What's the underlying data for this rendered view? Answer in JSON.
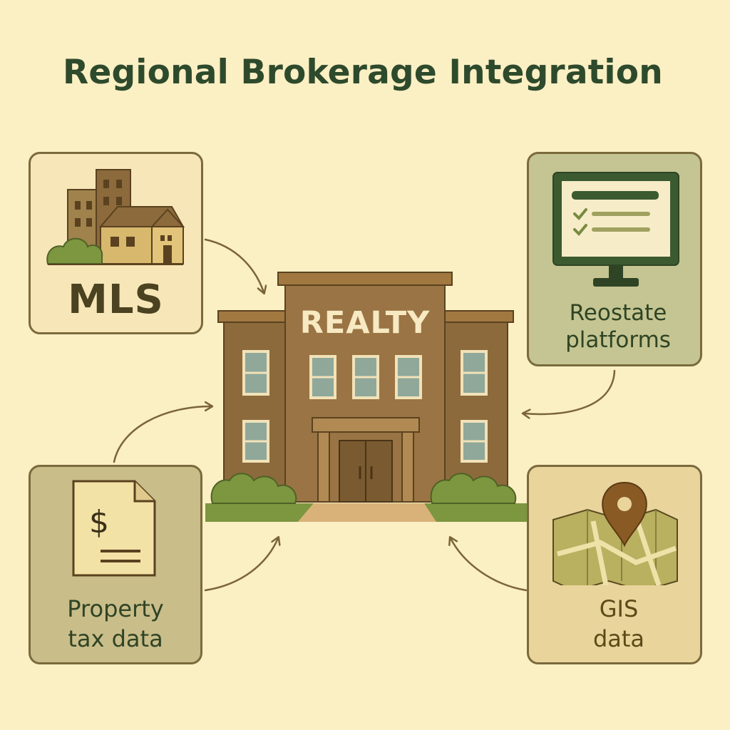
{
  "title": "Regional Brokerage Integration",
  "center": {
    "sign": "REALTY"
  },
  "cards": {
    "mls": {
      "label": "MLS",
      "icon": "buildings-icon"
    },
    "platforms": {
      "line1": "Reostate",
      "line2": "platforms",
      "icon": "monitor-checklist-icon"
    },
    "tax": {
      "line1": "Property",
      "line2": "tax data",
      "icon": "dollar-document-icon",
      "glyph": "$"
    },
    "gis": {
      "line1": "GIS",
      "line2": "data",
      "icon": "map-pin-icon"
    }
  },
  "colors": {
    "background": "#fbefc4",
    "title": "#2e4a2c",
    "building": "#8c6a3c",
    "accent_green": "#7d9640"
  }
}
